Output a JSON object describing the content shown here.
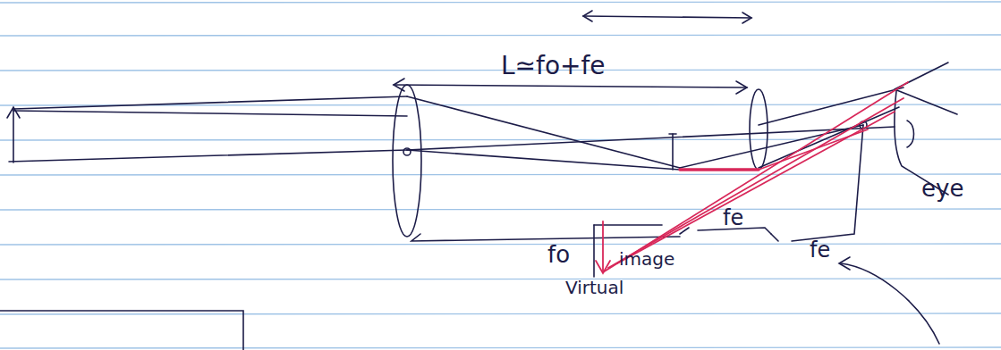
{
  "diagram": {
    "labels": [
      "L≃fo+fe",
      "eye",
      "fo",
      "fe",
      "fe",
      "image",
      "Virtual"
    ]
  }
}
